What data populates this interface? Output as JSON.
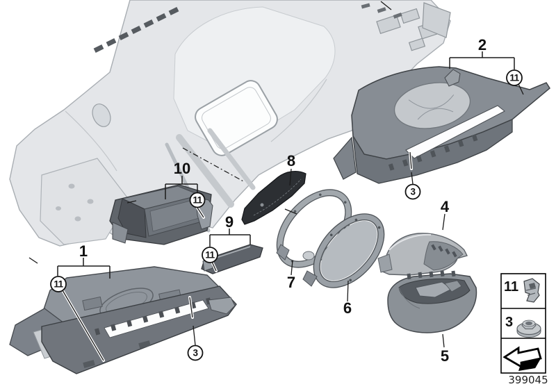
{
  "doc_number": "399045",
  "callouts": {
    "n1": "1",
    "n2": "2",
    "n3": "3",
    "n4": "4",
    "n5": "5",
    "n6": "6",
    "n7": "7",
    "n8": "8",
    "n9": "9",
    "n10": "10",
    "n11": "11"
  },
  "legend": {
    "row1_label": "11",
    "row1_icon": "spring-clip-icon",
    "row2_label": "3",
    "row2_icon": "plastic-speed-nut-icon",
    "row3_icon": "direction-of-travel-arrow-icon"
  },
  "colors": {
    "background": "#ffffff",
    "outline": "#1a1a1a",
    "panel_light": "#e4e6e9",
    "part_mid": "#878d94",
    "part_dark": "#2c2f33"
  }
}
